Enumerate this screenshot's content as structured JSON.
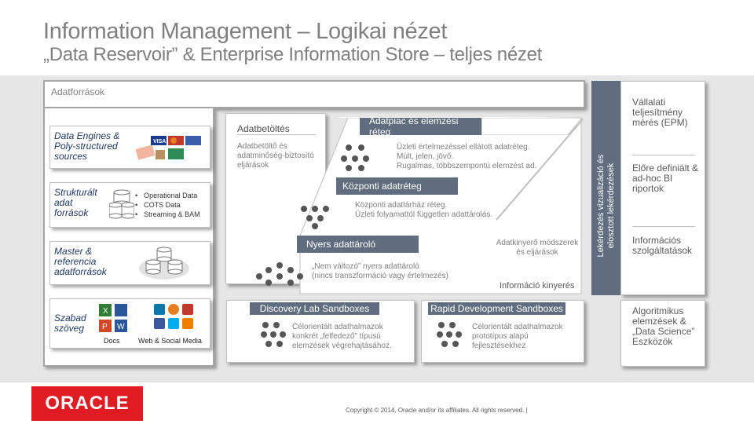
{
  "title": {
    "line1": "Information Management – Logikai nézet",
    "line2": "„Data Reservoir” & Enterprise Information Store – teljes nézet"
  },
  "sources": {
    "header": "Adatforrások",
    "data_engines": "Data Engines & Poly-structured sources",
    "structured": "Strukturált adat források",
    "structured_items": [
      "Operational Data",
      "COTS Data",
      "Streaming & BAM"
    ],
    "master": "Master & referencia adatforrások",
    "free_text": "Szabad szöveg",
    "docs_label": "Docs",
    "web_label": "Web & Social Media"
  },
  "ingest": {
    "title": "Adatbetöltés",
    "desc": "Adatbetöltő és adatminőség-biztosító eljárások"
  },
  "layers": {
    "datamart": "Adatpiac és elemzési réteg",
    "datamart_desc": [
      "Üzleti értelmezéssel ellátott adatréteg.",
      "Múlt, jelen, jövő.",
      "Rugalmas, többszempontú elemzést ad."
    ],
    "central": "Központi adatréteg",
    "central_desc": [
      "Központi adattárház réteg.",
      "Üzleti folyamattól független adattárolás."
    ],
    "raw": "Nyers adattároló",
    "raw_desc": [
      "„Nem változó” nyers adattároló",
      "(nincs transzformáció vagy értelmezés)"
    ],
    "mining": "Adatkinyerő módszerek és eljárások",
    "info_extract": "Információ kinyerés"
  },
  "sandboxes": {
    "discovery": "Discovery Lab Sandboxes",
    "discovery_desc": [
      "Célorientált adathalmazok",
      "konkrét „felfedező” típusú",
      "elemzések végrehajtásához."
    ],
    "rapid": "Rapid Development Sandboxes",
    "rapid_desc": [
      "Célorientált adathalmazok",
      "prototípus alapú",
      "fejlesztésekhez"
    ]
  },
  "vertical": {
    "line1": "Lekérdezés vizualizáció és",
    "line2": "elosztott lekérdezések"
  },
  "right": {
    "epm": "Vállalati teljesítmény mérés (EPM)",
    "reports": "Előre definiált & ad-hoc BI riportok",
    "services": "Információs szolgáltatások",
    "algorithms": "Algoritmikus elemzések & „Data Science” Eszközök"
  },
  "footer": {
    "logo": "ORACLE",
    "copyright": "Copyright © 2014, Oracle and/or its affiliates. All rights reserved.  |"
  },
  "colors": {
    "accent": "#5f6d7e",
    "label_blue": "#1f3864",
    "oracle_red": "#e11b22",
    "background": "#e6e6e6"
  }
}
